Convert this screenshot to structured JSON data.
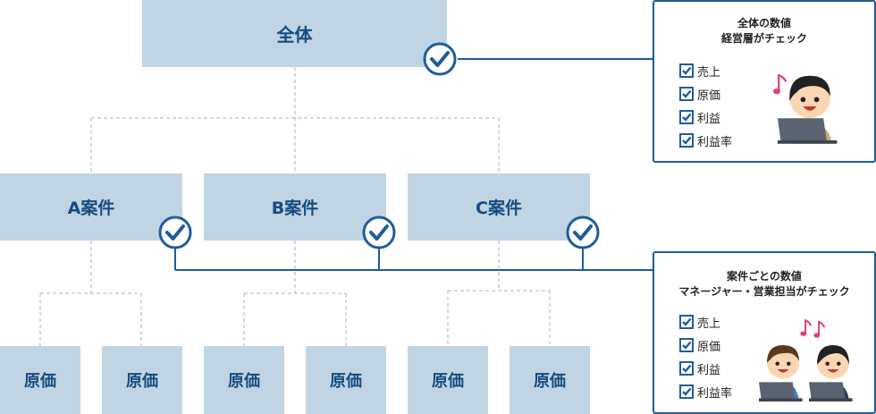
{
  "diagram": {
    "top_node": "全体",
    "mid_nodes": [
      "A案件",
      "B案件",
      "C案件"
    ],
    "leaf_nodes": [
      "原価",
      "原価",
      "原価",
      "原価",
      "原価",
      "原価"
    ]
  },
  "panel_top": {
    "title_line1": "全体の数値",
    "title_line2": "経営層がチェック",
    "items": [
      "売上",
      "原価",
      "利益",
      "利益率"
    ]
  },
  "panel_bottom": {
    "title_line1": "案件ごとの数値",
    "title_line2": "マネージャー・営業担当がチェック",
    "items": [
      "売上",
      "原価",
      "利益",
      "利益率"
    ]
  },
  "colors": {
    "box_fill": "#c0d4e3",
    "text_blue": "#164c80",
    "accent_blue": "#1f5d98",
    "note_pink": "#e0407a"
  },
  "icons": [
    "check-circle-icon",
    "checkbox-checked-icon",
    "businessman-laptop-icon",
    "music-note-icon"
  ]
}
